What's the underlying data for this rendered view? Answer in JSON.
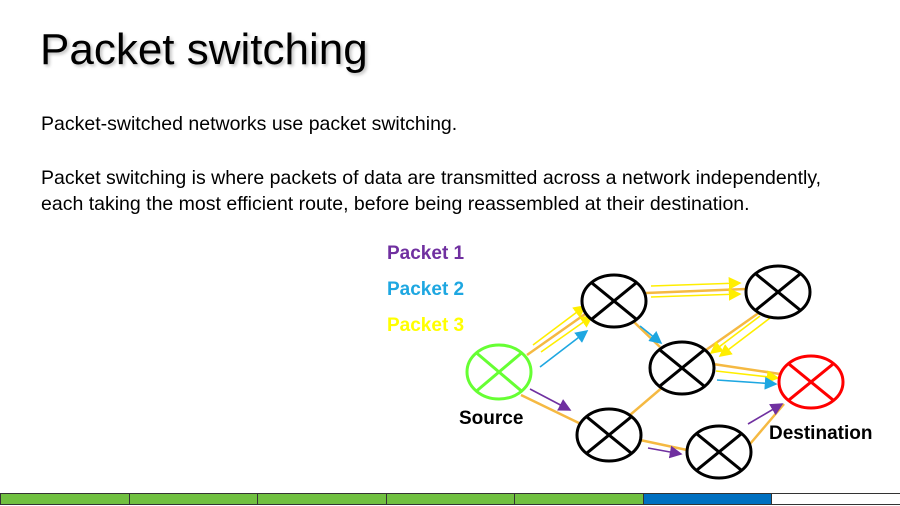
{
  "slide": {
    "title": "Packet switching",
    "paragraph1": "Packet-switched networks use packet switching.",
    "paragraph2": "Packet switching is where packets of data are transmitted across a network independently, each taking the most efficient route, before being reassembled at their destination."
  },
  "legend": [
    {
      "label": "Packet 1",
      "color": "#7030a0"
    },
    {
      "label": "Packet 2",
      "color": "#1ea7e1"
    },
    {
      "label": "Packet 3",
      "color": "#ffff00"
    }
  ],
  "diagram": {
    "source_label": "Source",
    "destination_label": "Destination",
    "source_color": "#66ff33",
    "destination_color": "#ff0000",
    "node_color": "#000000",
    "route_color": "#f5b942"
  },
  "footer": {
    "segment_colors": [
      "#70c040",
      "#70c040",
      "#70c040",
      "#70c040",
      "#70c040",
      "#0070c0",
      "#ffffff"
    ]
  }
}
